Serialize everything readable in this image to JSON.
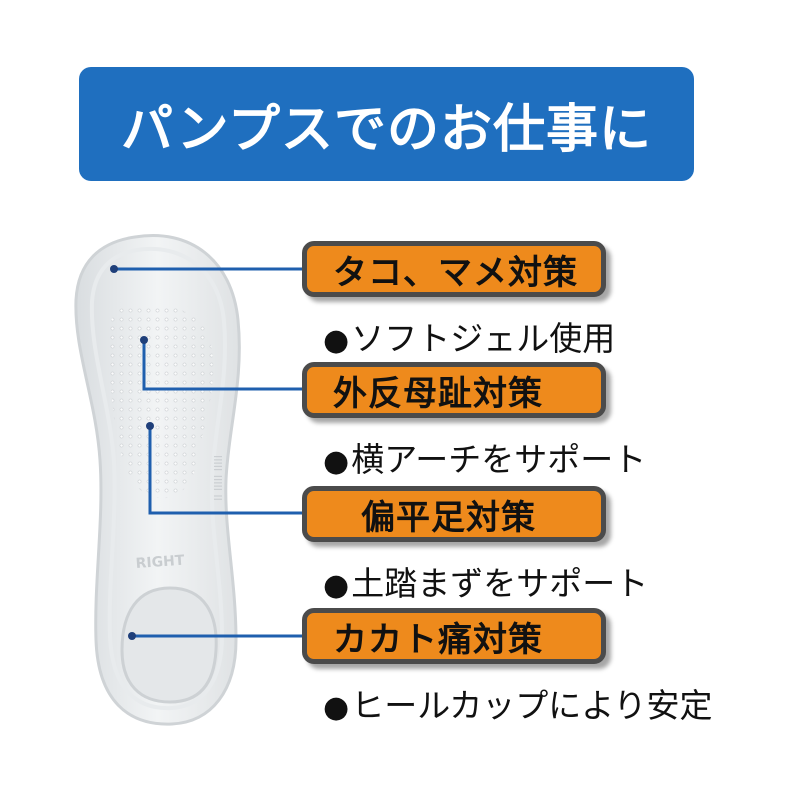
{
  "title": "パンプスでのお仕事に",
  "insole_imprint": "RIGHT",
  "features": [
    {
      "label": "タコ、マメ対策",
      "bullet": "●",
      "description": "ソフトジェル使用"
    },
    {
      "label": "外反母趾対策",
      "bullet": "●",
      "description": "横アーチをサポート"
    },
    {
      "label": "偏平足対策",
      "bullet": "●",
      "description": "土踏まずをサポート"
    },
    {
      "label": "カカト痛対策",
      "bullet": "●",
      "description": "ヒールカップにより安定"
    }
  ],
  "colors": {
    "banner": "#1f6fbf",
    "label_fill": "#ee8a1c",
    "label_border": "#4b4b4b",
    "pointer_line": "#1f5fae"
  }
}
